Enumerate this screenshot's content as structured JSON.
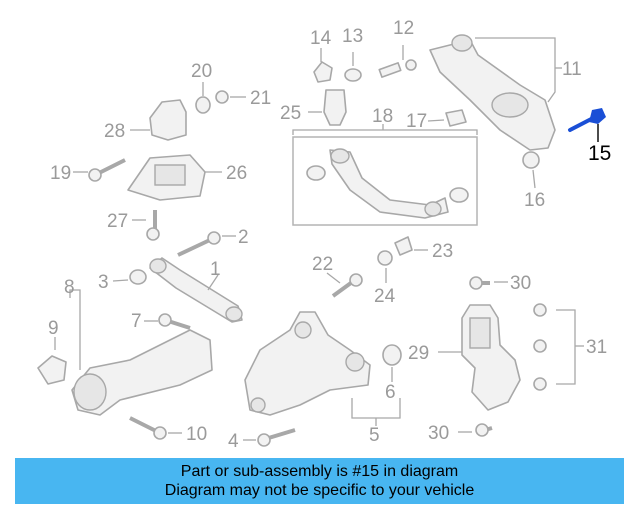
{
  "diagram": {
    "callouts": [
      "1",
      "2",
      "3",
      "4",
      "5",
      "6",
      "7",
      "8",
      "9",
      "10",
      "11",
      "12",
      "13",
      "14",
      "15",
      "16",
      "17",
      "18",
      "19",
      "20",
      "21",
      "22",
      "23",
      "24",
      "25",
      "26",
      "27",
      "28",
      "29",
      "30",
      "30",
      "31"
    ],
    "highlighted_part": "15",
    "highlight_color": "#1a4fd6"
  },
  "banner": {
    "line1": "Part or sub-assembly is #15 in diagram",
    "line2": "Diagram may not be specific to your vehicle",
    "background": "#48b6f1"
  }
}
